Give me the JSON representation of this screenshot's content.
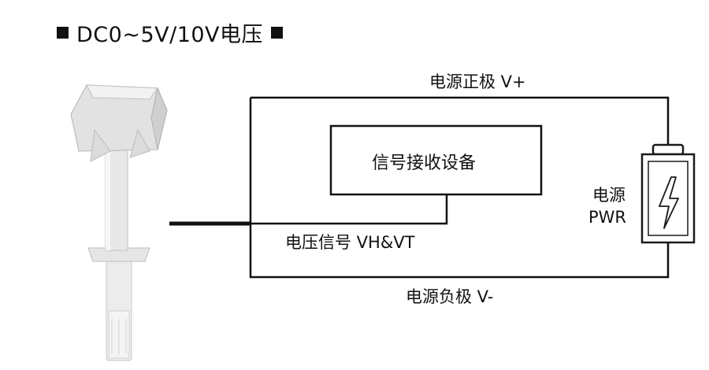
{
  "title": "DC0~5V/10V电压",
  "labels": {
    "positive": "电源正极 V+",
    "negative": "电源负极 V-",
    "receiver": "信号接收设备",
    "signal": "电压信号 VH&VT",
    "power_line1": "电源",
    "power_line2": "PWR"
  },
  "colors": {
    "wire": "#111111",
    "sensor_body": "#e4e4e4",
    "battery_outline": "#1a1a1a"
  },
  "icons": {
    "title_markers": "square-bullet-icon",
    "battery": "battery-icon",
    "lightning": "lightning-bolt-icon",
    "sensor": "duct-sensor-image"
  }
}
